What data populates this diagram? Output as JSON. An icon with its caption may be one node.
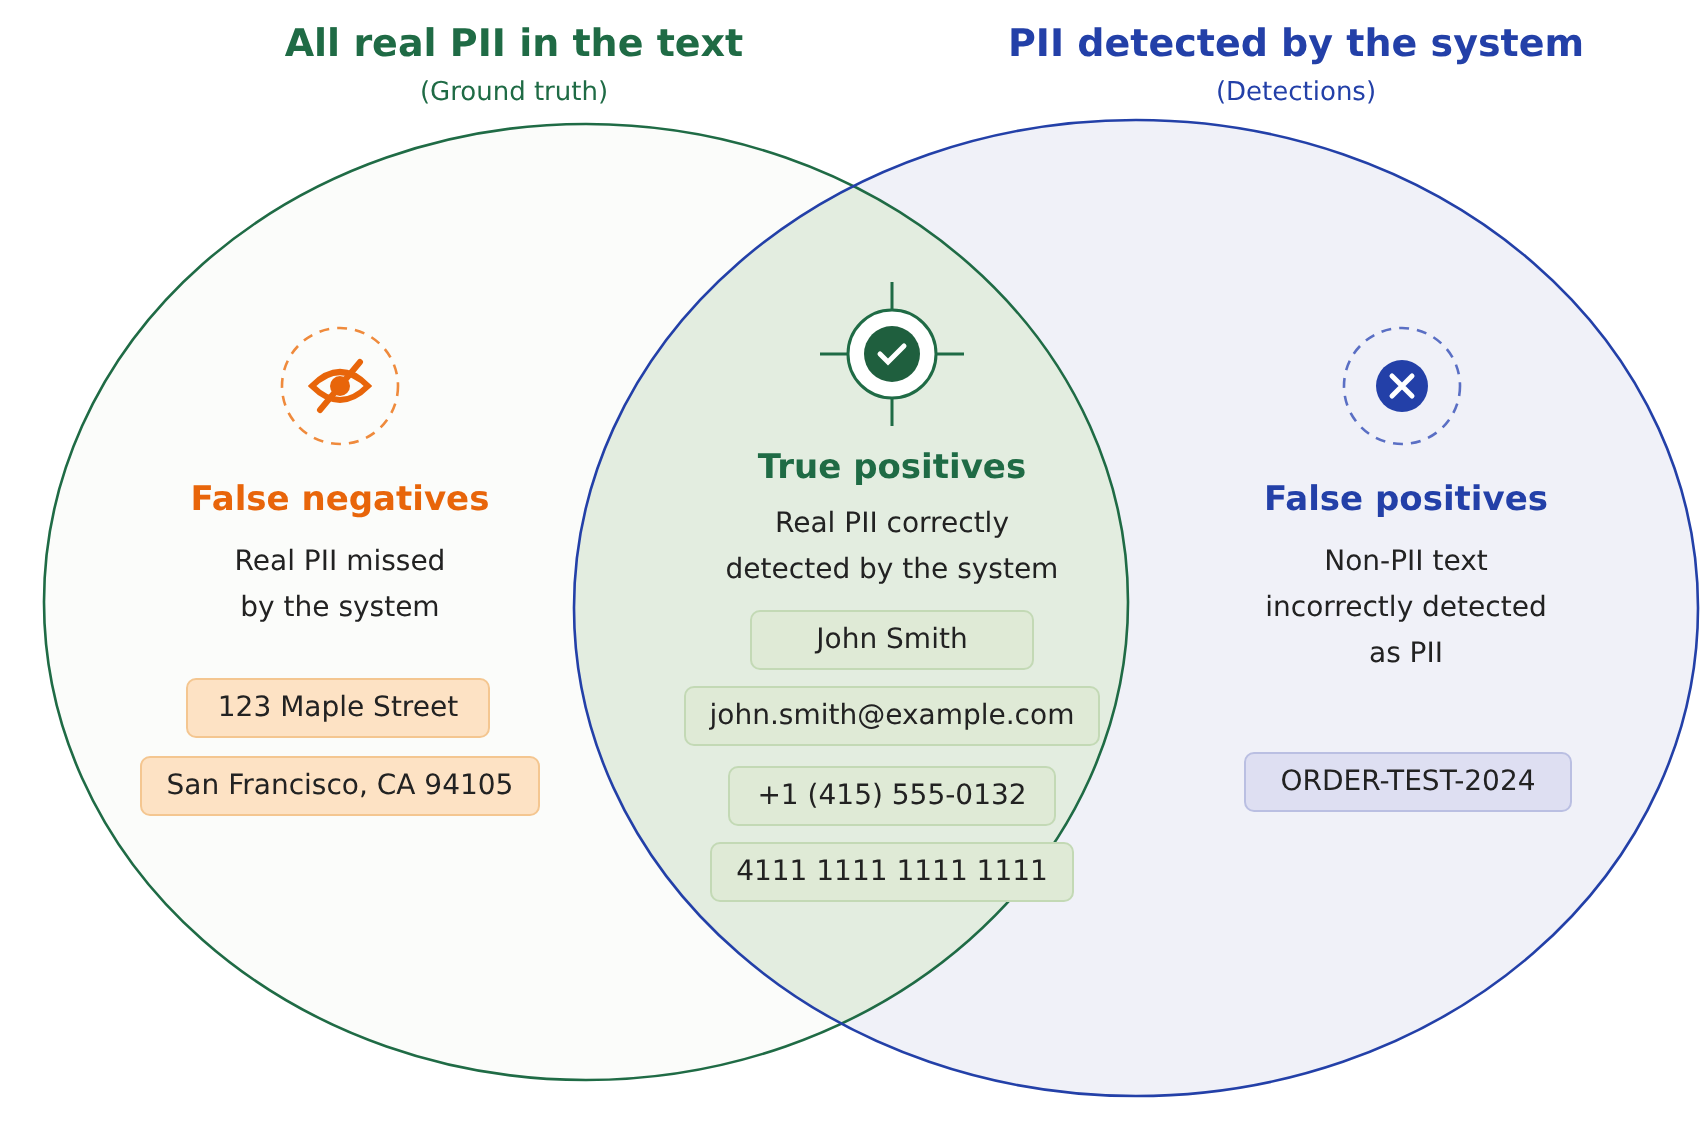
{
  "diagram": {
    "nodes": [
      {
        "text": [
          "All real PII in the text",
          "(Ground truth)"
        ]
      },
      {
        "text": [
          "PII detected by the system",
          "(Detections)"
        ]
      },
      {
        "text": [
          "123 Maple Street"
        ],
        "in": 0
      },
      {
        "text": [
          "San Francisco, CA 94105"
        ],
        "in": 0
      },
      {
        "text": [
          "John Smith"
        ]
      },
      {
        "text": [
          "john.smith@example.com"
        ]
      },
      {
        "text": [
          "+1 (415) 555-0132"
        ]
      },
      {
        "text": [
          "4111 1111 1111 1111"
        ]
      },
      {
        "text": [
          "ORDER-TEST-2024"
        ],
        "in": 1
      }
    ],
    "edges": [],
    "labels": [
      "False negatives",
      "Real PII missed by the system",
      "True positives",
      "Real PII correctly detected by the system",
      "False positives",
      "Non-PII text incorrectly detected as PII"
    ]
  }
}
